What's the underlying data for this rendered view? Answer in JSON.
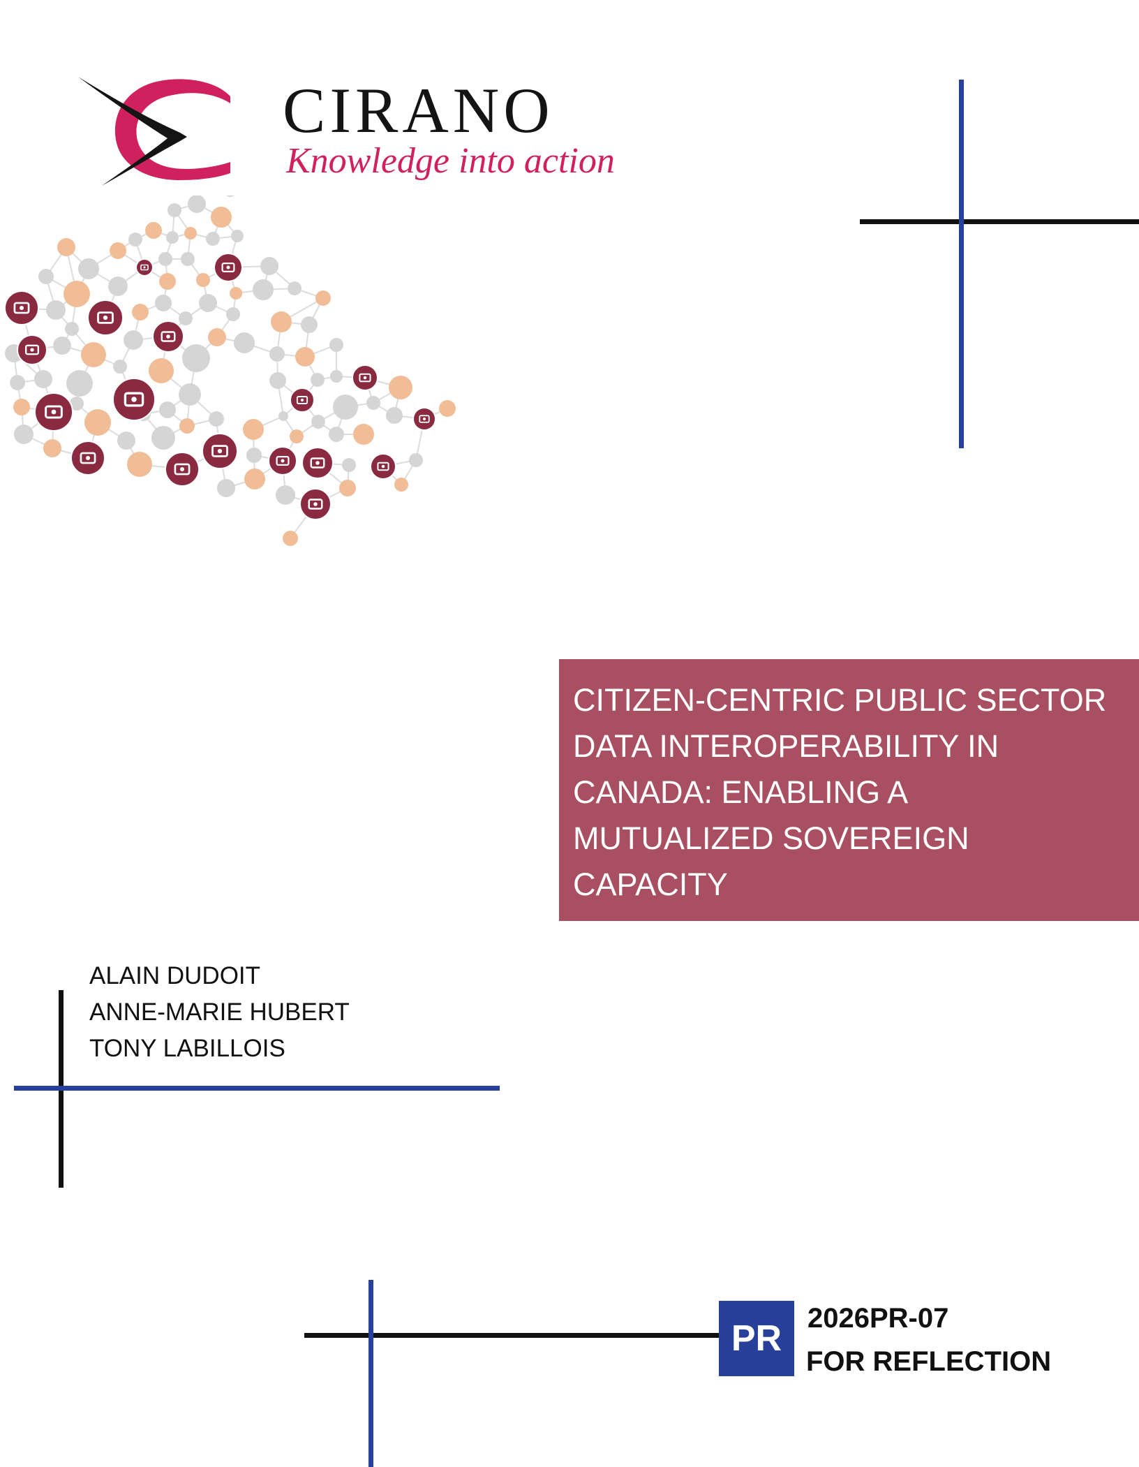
{
  "logo": {
    "wordmark": "CIRANO",
    "tagline": "Knowledge into action",
    "colors": {
      "accent": "#d0215e",
      "dark": "#141414"
    }
  },
  "title": {
    "lines": [
      "CITIZEN-CENTRIC PUBLIC SECTOR",
      "DATA INTEROPERABILITY IN",
      "CANADA: ENABLING A",
      "MUTUALIZED SOVEREIGN",
      "CAPACITY"
    ],
    "background": "#a85061"
  },
  "authors": [
    "ALAIN DUDOIT",
    "ANNE-MARIE HUBERT",
    "TONY LABILLOIS"
  ],
  "report": {
    "badge": "PR",
    "number": "2026PR-07",
    "series": "FOR REFLECTION",
    "badge_color": "#27409a"
  },
  "network": {
    "colors": {
      "grey": "#d6d5d5",
      "peach": "#f0bd96",
      "icon": "#8a2a40",
      "edge": "#dcdcdc"
    },
    "icon_names": [
      "person-info-icon",
      "atom-icon",
      "factory-icon",
      "check-money-icon",
      "tree-icon",
      "home-icon",
      "world-map-icon",
      "chart-monitor-icon",
      "justice-scale-icon",
      "health-heart-icon",
      "lifebuoy-icon",
      "tools-icon",
      "checklist-icon",
      "coins-icon",
      "bar-chart-icon",
      "car-icon",
      "lightbulb-icon",
      "group-icon",
      "handshake-icon"
    ]
  },
  "decor": {
    "black": "#111111",
    "blue": "#27409a"
  }
}
